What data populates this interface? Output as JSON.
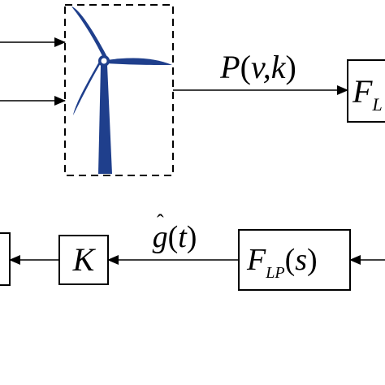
{
  "diagram": {
    "signals": {
      "power": {
        "fn": "P",
        "args": "v,k"
      },
      "estimate": {
        "fn": "g",
        "hat": "ˆ",
        "arg": "t"
      }
    },
    "blocks": {
      "filter_right_partial": {
        "label": "F",
        "sub": "L"
      },
      "filter_lp": {
        "label": "F",
        "sub": "LP",
        "arg": "s"
      },
      "gain": {
        "label": "K"
      }
    },
    "turbine": {
      "icon": "wind-turbine-icon",
      "color": "#1F3F8C"
    },
    "colors": {
      "line": "#000000",
      "turbine": "#1F3F8C"
    }
  }
}
